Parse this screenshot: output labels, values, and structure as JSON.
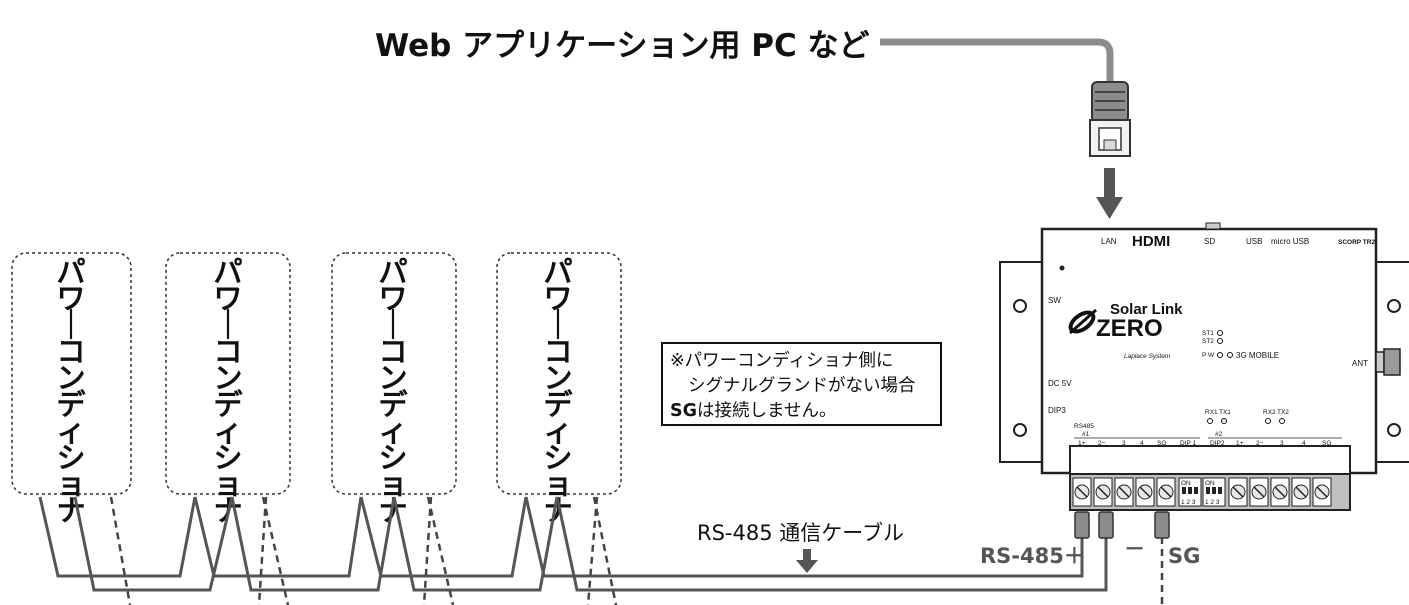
{
  "header": {
    "title": "Web アプリケーション用 PC など"
  },
  "inverters": [
    {
      "label": "パワーコンディショナ"
    },
    {
      "label": "パワーコンディショナ"
    },
    {
      "label": "パワーコンディショナ"
    },
    {
      "label": "パワーコンディショナ"
    }
  ],
  "note": {
    "line1": "※パワーコンディショナ側に",
    "line2": "シグナルグランドがない場合",
    "line3_bold": "SG",
    "line3_rest": "は接続しません。"
  },
  "cable": {
    "label": "RS-485 通信ケーブル"
  },
  "wires": {
    "plus": "RS-485＋",
    "minus": "－",
    "sg": "SG"
  },
  "device": {
    "brand_line1": "Solar Link",
    "brand_line2": "ZERO",
    "maker": "Laplace System",
    "ports_top": {
      "lan": "LAN",
      "hdmi": "HDMI",
      "sd": "SD",
      "usb": "USB",
      "micro_usb": "micro USB",
      "model": "SCORP TR2"
    },
    "side_labels": {
      "sw": "SW",
      "dc": "DC 5V",
      "dip3": "DIP3",
      "ant": "ANT"
    },
    "leds": {
      "st1": "ST1",
      "st2": "ST2",
      "pw": "P W",
      "mobile": "3G MOBILE",
      "rx1": "RX1",
      "tx1": "TX1",
      "rx2": "RX2",
      "tx2": "TX2"
    },
    "terminal_group1": {
      "title": "RS485",
      "sub": "#1",
      "pins": [
        "1+",
        "2−",
        "3",
        "4",
        "SG",
        "DIP 1"
      ]
    },
    "terminal_group2": {
      "sub": "#2",
      "pins": [
        "DIP2",
        "1+",
        "2−",
        "3",
        "4",
        "SG"
      ]
    },
    "dip_labels": {
      "on": "ON",
      "nums": "1 2 3"
    }
  }
}
